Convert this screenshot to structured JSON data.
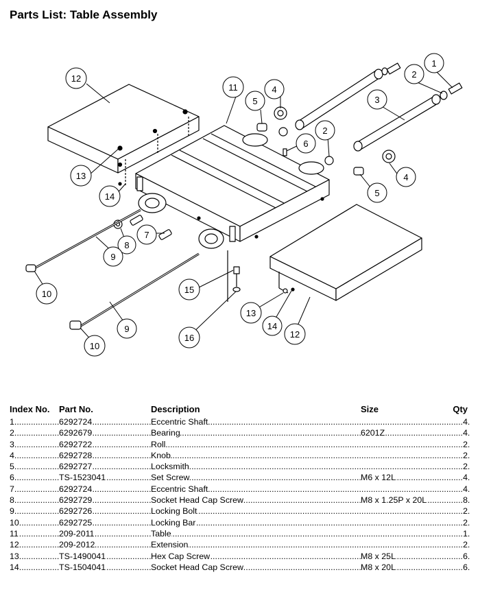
{
  "title": "Parts List: Table Assembly",
  "callouts": [
    "1",
    "2",
    "3",
    "4",
    "5",
    "2",
    "4",
    "5",
    "6",
    "7",
    "8",
    "9",
    "9",
    "10",
    "10",
    "11",
    "12",
    "12",
    "13",
    "13",
    "14",
    "14",
    "15",
    "16"
  ],
  "table": {
    "headers": {
      "index": "Index No.",
      "part": "Part No.",
      "description": "Description",
      "size": "Size",
      "qty": "Qty"
    },
    "rows": [
      {
        "index": "1",
        "part": "6292724",
        "description": "Eccentric Shaft",
        "size": "",
        "qty": "4"
      },
      {
        "index": "2",
        "part": "6292679",
        "description": "Bearing",
        "size": "6201Z",
        "qty": "4"
      },
      {
        "index": "3",
        "part": "6292722",
        "description": "Roll",
        "size": "",
        "qty": "2"
      },
      {
        "index": "4",
        "part": "6292728",
        "description": "Knob",
        "size": "",
        "qty": "2"
      },
      {
        "index": "5",
        "part": "6292727",
        "description": "Locksmith",
        "size": "",
        "qty": "2"
      },
      {
        "index": "6",
        "part": "TS-1523041",
        "description": "Set Screw",
        "size": "M6 x 12L",
        "qty": "4"
      },
      {
        "index": "7",
        "part": "6292724",
        "description": "Eccentric Shaft",
        "size": "",
        "qty": "4"
      },
      {
        "index": "8",
        "part": "6292729",
        "description": "Socket Head Cap Screw",
        "size": "M8 x 1.25P x 20L",
        "qty": "8"
      },
      {
        "index": "9",
        "part": "6292726",
        "description": "Locking Bolt",
        "size": "",
        "qty": "2"
      },
      {
        "index": "10",
        "part": "6292725",
        "description": "Locking Bar",
        "size": "",
        "qty": "2"
      },
      {
        "index": "11",
        "part": "209-2011",
        "description": "Table",
        "size": "",
        "qty": "1"
      },
      {
        "index": "12",
        "part": "209-2012",
        "description": "Extension",
        "size": "",
        "qty": "2"
      },
      {
        "index": "13",
        "part": "TS-1490041",
        "description": "Hex Cap Screw",
        "size": "M8 x 25L",
        "qty": "6"
      },
      {
        "index": "14",
        "part": "TS-1504041",
        "description": "Socket Head Cap Screw",
        "size": "M8 x 20L",
        "qty": "6"
      }
    ]
  }
}
